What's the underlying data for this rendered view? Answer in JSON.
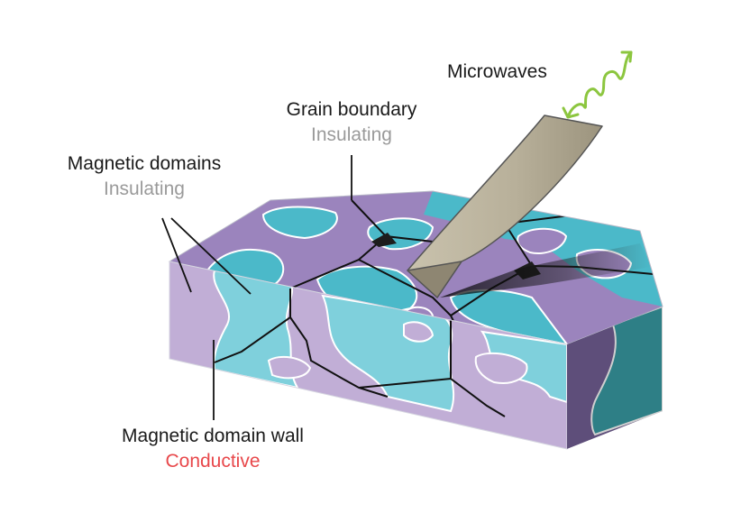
{
  "labels": {
    "microwaves": "Microwaves",
    "grain_boundary": {
      "title": "Grain boundary",
      "property": "Insulating"
    },
    "magnetic_domains": {
      "title": "Magnetic domains",
      "property": "Insulating"
    },
    "domain_wall": {
      "title": "Magnetic domain wall",
      "property": "Conductive"
    }
  },
  "colors": {
    "insulating_text": "#9a9a9a",
    "conductive_text": "#e8484b",
    "domain_purple": "#9b84bd",
    "domain_teal": "#4bb9c9",
    "side_purple": "#c1aed6",
    "side_teal": "#7fd0dc",
    "end_purple": "#5e4e7a",
    "end_teal": "#2e7f86",
    "microwave_green": "#8cc63f",
    "probe": "#b4ac96"
  }
}
